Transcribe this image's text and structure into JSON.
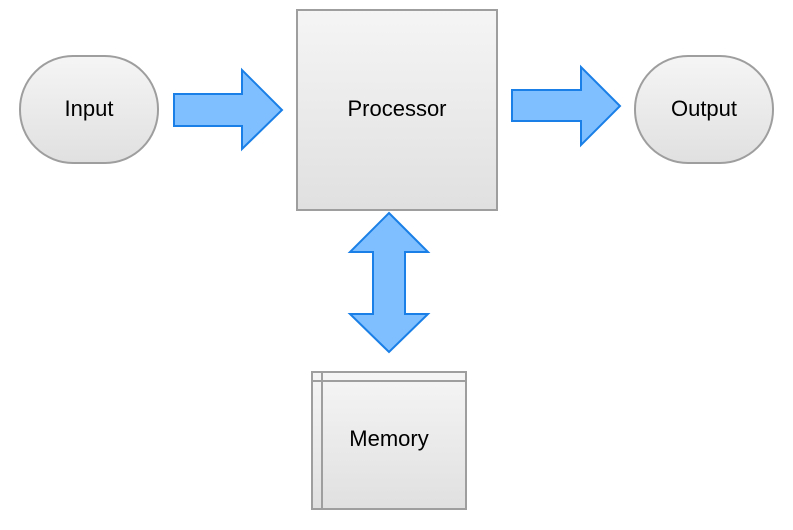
{
  "diagram": {
    "nodes": {
      "input": {
        "label": "Input",
        "shape": "terminator"
      },
      "processor": {
        "label": "Processor",
        "shape": "process"
      },
      "output": {
        "label": "Output",
        "shape": "terminator"
      },
      "memory": {
        "label": "Memory",
        "shape": "internal-storage"
      }
    },
    "edges": [
      {
        "from": "input",
        "to": "processor",
        "style": "block-arrow"
      },
      {
        "from": "processor",
        "to": "output",
        "style": "block-arrow"
      },
      {
        "from": "processor",
        "to": "memory",
        "style": "double-block-arrow"
      }
    ],
    "colors": {
      "node_fill_top": "#f5f5f5",
      "node_fill_bottom": "#e0e0e0",
      "node_stroke": "#9e9e9e",
      "arrow_fill": "#7fbfff",
      "arrow_stroke": "#1a7fe6"
    }
  }
}
